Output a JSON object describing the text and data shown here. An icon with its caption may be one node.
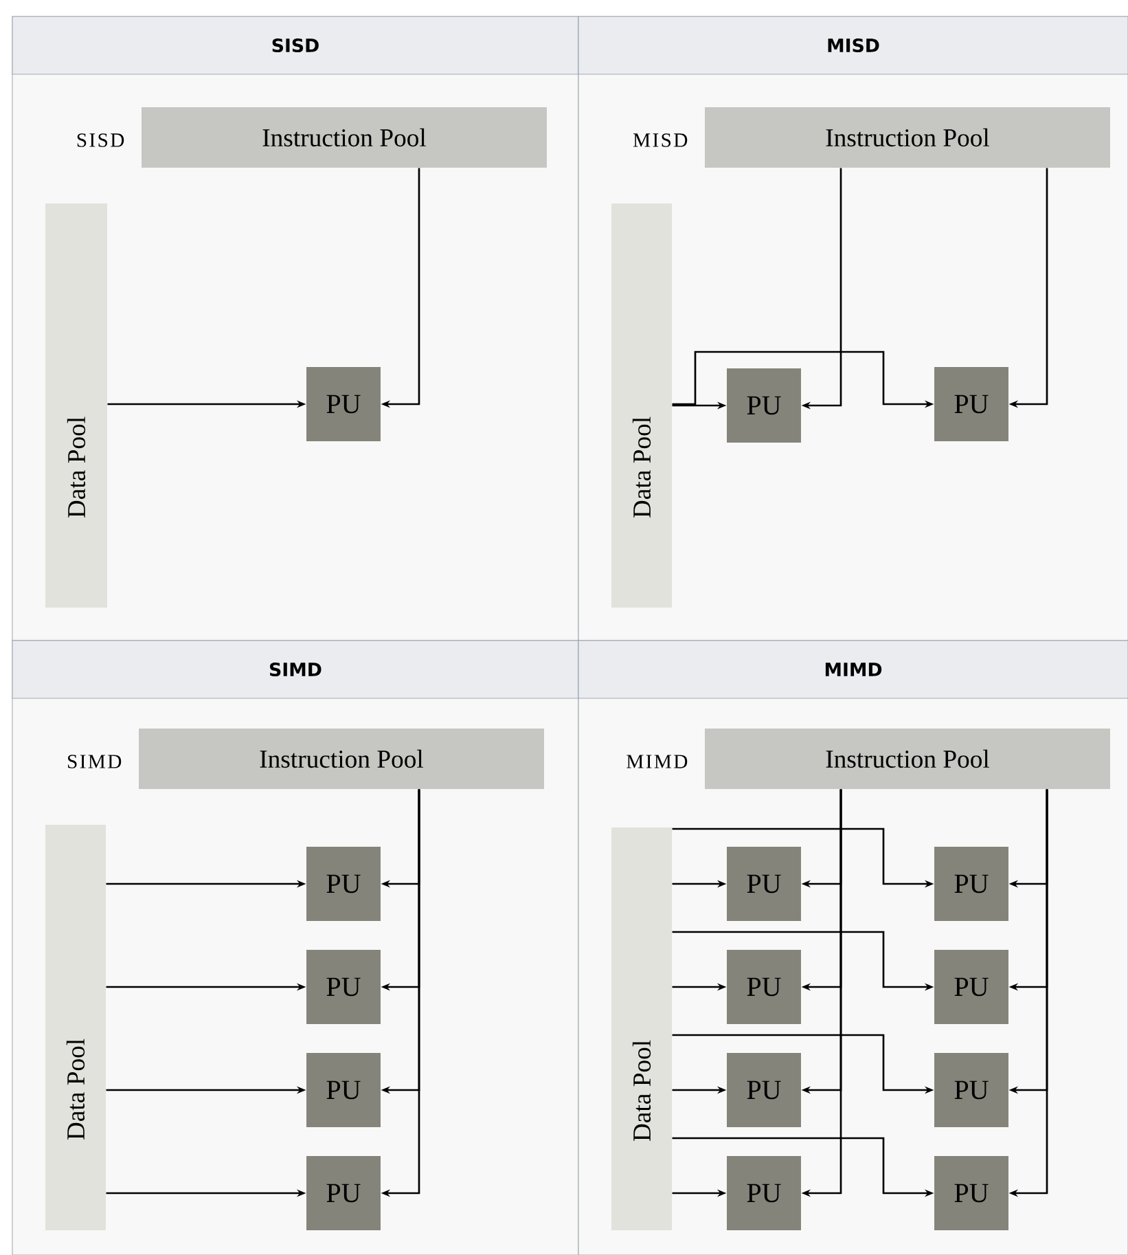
{
  "diagram": {
    "nodes": [
      {
        "text": [
          "SISD"
        ]
      },
      {
        "text": [
          "Instruction Pool"
        ],
        "in": 0,
        "beside": [
          "SISD"
        ]
      },
      {
        "text": [
          "Data Pool"
        ],
        "in": 0
      },
      {
        "text": [
          "PU"
        ],
        "in": 0
      },
      {
        "text": [
          "MISD"
        ]
      },
      {
        "text": [
          "Instruction Pool"
        ],
        "in": 4,
        "beside": [
          "MISD"
        ]
      },
      {
        "text": [
          "Data Pool"
        ],
        "in": 4
      },
      {
        "text": [
          "PU"
        ],
        "in": 4
      },
      {
        "text": [
          "PU"
        ],
        "in": 4
      },
      {
        "text": [
          "SIMD"
        ]
      },
      {
        "text": [
          "Instruction Pool"
        ],
        "in": 9,
        "beside": [
          "SIMD"
        ]
      },
      {
        "text": [
          "Data Pool"
        ],
        "in": 9
      },
      {
        "text": [
          "PU"
        ],
        "in": 9
      },
      {
        "text": [
          "PU"
        ],
        "in": 9
      },
      {
        "text": [
          "PU"
        ],
        "in": 9
      },
      {
        "text": [
          "PU"
        ],
        "in": 9
      },
      {
        "text": [
          "MIMD"
        ]
      },
      {
        "text": [
          "Instruction Pool"
        ],
        "in": 16,
        "beside": [
          "MIMD"
        ]
      },
      {
        "text": [
          "Data Pool"
        ],
        "in": 16
      },
      {
        "text": [
          "PU"
        ],
        "in": 16
      },
      {
        "text": [
          "PU"
        ],
        "in": 16
      },
      {
        "text": [
          "PU"
        ],
        "in": 16
      },
      {
        "text": [
          "PU"
        ],
        "in": 16
      },
      {
        "text": [
          "PU"
        ],
        "in": 16
      },
      {
        "text": [
          "PU"
        ],
        "in": 16
      },
      {
        "text": [
          "PU"
        ],
        "in": 16
      },
      {
        "text": [
          "PU"
        ],
        "in": 16
      }
    ],
    "edges": [
      {
        "from": 2,
        "to": 3,
        "arrow": "to"
      },
      {
        "from": 1,
        "to": 3,
        "arrow": "to"
      },
      {
        "from": 6,
        "to": 7,
        "arrow": "to"
      },
      {
        "from": 6,
        "to": 8,
        "arrow": "to"
      },
      {
        "from": 5,
        "to": 7,
        "arrow": "to"
      },
      {
        "from": 5,
        "to": 8,
        "arrow": "to"
      },
      {
        "from": 11,
        "to": 12,
        "arrow": "to"
      },
      {
        "from": 11,
        "to": 13,
        "arrow": "to"
      },
      {
        "from": 11,
        "to": 14,
        "arrow": "to"
      },
      {
        "from": 11,
        "to": 15,
        "arrow": "to"
      },
      {
        "from": 10,
        "to": 12,
        "arrow": "to"
      },
      {
        "from": 10,
        "to": 13,
        "arrow": "to"
      },
      {
        "from": 10,
        "to": 14,
        "arrow": "to"
      },
      {
        "from": 10,
        "to": 15,
        "arrow": "to"
      },
      {
        "from": 18,
        "to": 19,
        "arrow": "to"
      },
      {
        "from": 18,
        "to": 20,
        "arrow": "to"
      },
      {
        "from": 18,
        "to": 21,
        "arrow": "to"
      },
      {
        "from": 18,
        "to": 22,
        "arrow": "to"
      },
      {
        "from": 18,
        "to": 23,
        "arrow": "to"
      },
      {
        "from": 18,
        "to": 24,
        "arrow": "to"
      },
      {
        "from": 18,
        "to": 25,
        "arrow": "to"
      },
      {
        "from": 18,
        "to": 26,
        "arrow": "to"
      },
      {
        "from": 17,
        "to": 19,
        "arrow": "to"
      },
      {
        "from": 17,
        "to": 20,
        "arrow": "to"
      },
      {
        "from": 17,
        "to": 21,
        "arrow": "to"
      },
      {
        "from": 17,
        "to": 22,
        "arrow": "to"
      },
      {
        "from": 17,
        "to": 23,
        "arrow": "to"
      },
      {
        "from": 17,
        "to": 24,
        "arrow": "to"
      },
      {
        "from": 17,
        "to": 25,
        "arrow": "to"
      },
      {
        "from": 17,
        "to": 26,
        "arrow": "to"
      }
    ]
  }
}
